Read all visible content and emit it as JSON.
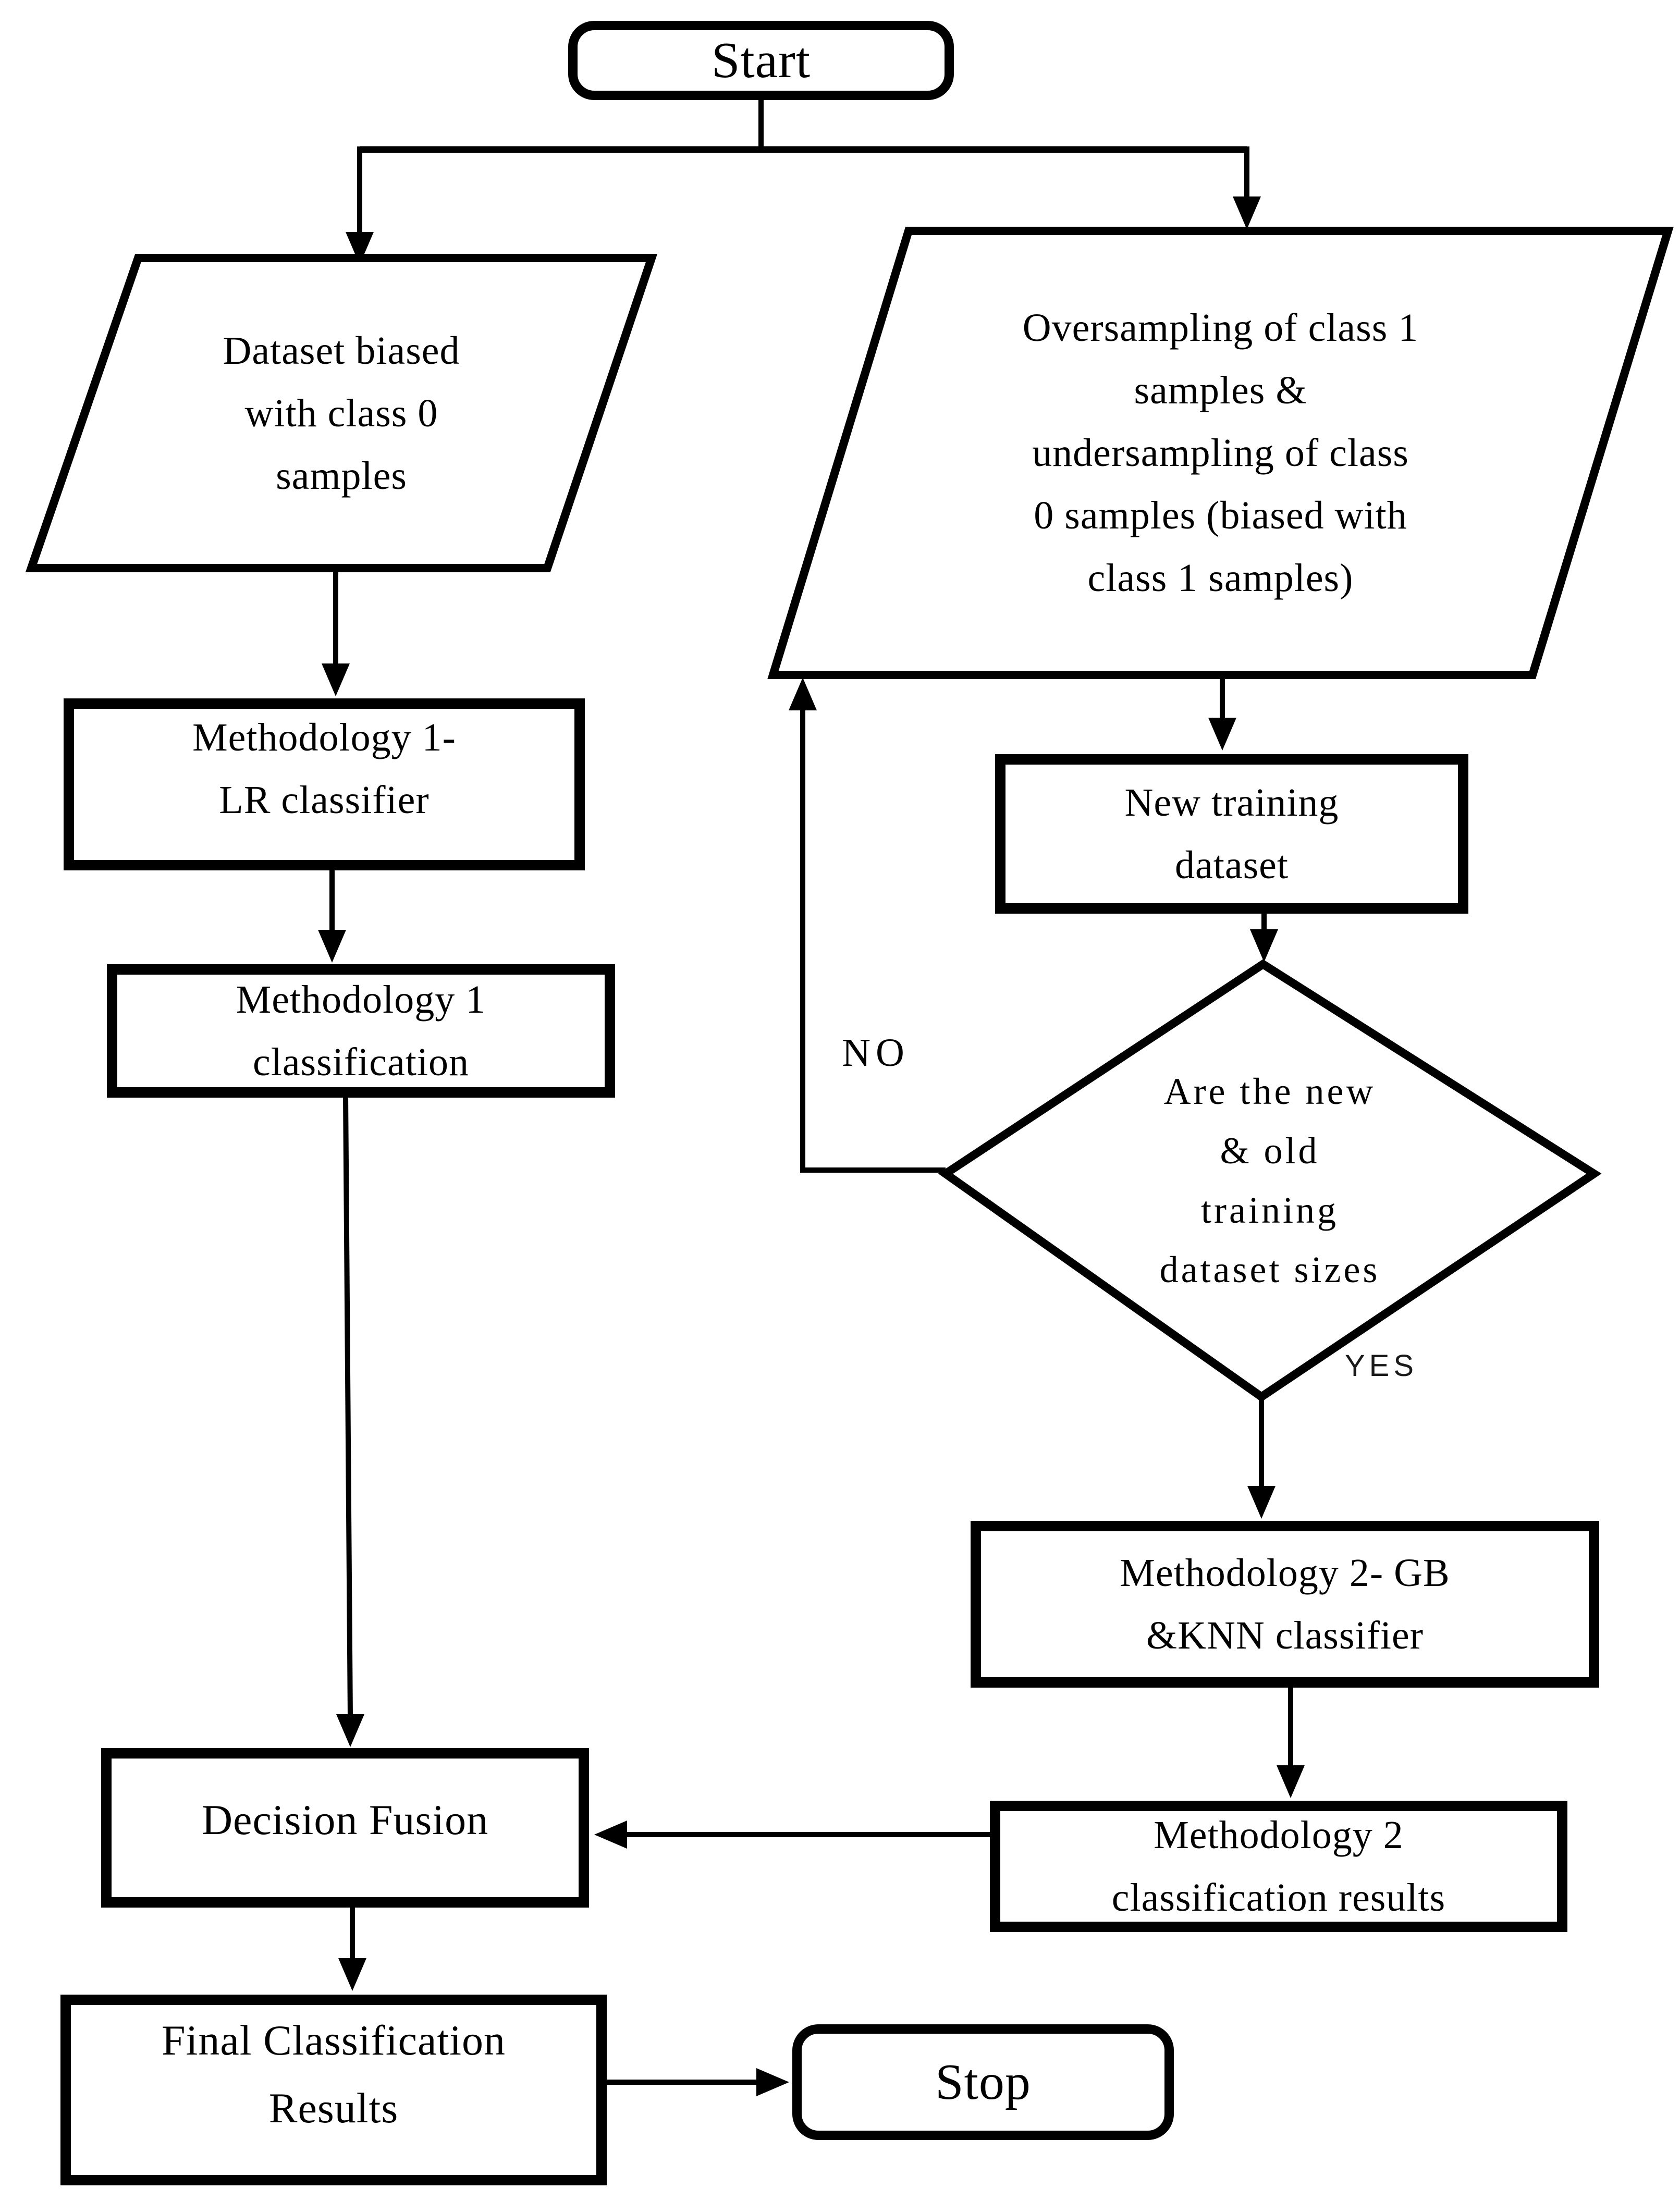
{
  "colors": {
    "ink": "#000000",
    "background": "#ffffff"
  },
  "nodes": {
    "start": {
      "type": "terminator",
      "lines": [
        "Start"
      ]
    },
    "dataset_biased": {
      "type": "input",
      "lines": [
        "Dataset biased",
        "with class 0",
        "samples"
      ]
    },
    "methodology1": {
      "type": "process",
      "lines": [
        "Methodology 1-",
        "LR classifier"
      ]
    },
    "methodology1_classification": {
      "type": "process",
      "lines": [
        "Methodology 1",
        "classification"
      ]
    },
    "oversampling": {
      "type": "input",
      "lines": [
        "Oversampling of class 1",
        "samples &",
        "undersampling of class",
        "0 samples (biased with",
        "class 1 samples)"
      ]
    },
    "new_training_dataset": {
      "type": "process",
      "lines": [
        "New training",
        "dataset"
      ]
    },
    "size_check": {
      "type": "decision",
      "lines": [
        "Are the new",
        "& old",
        "training",
        "dataset sizes"
      ]
    },
    "methodology2": {
      "type": "process",
      "lines": [
        "Methodology 2- GB",
        "&KNN classifier"
      ]
    },
    "methodology2_results": {
      "type": "process",
      "lines": [
        "Methodology 2",
        "classification results"
      ]
    },
    "decision_fusion": {
      "type": "process",
      "lines": [
        "Decision Fusion"
      ]
    },
    "final_results": {
      "type": "process",
      "lines": [
        "Final Classification",
        "Results"
      ]
    },
    "stop": {
      "type": "terminator",
      "lines": [
        "Stop"
      ]
    }
  },
  "edge_labels": {
    "no": "NO",
    "yes": "YES"
  }
}
